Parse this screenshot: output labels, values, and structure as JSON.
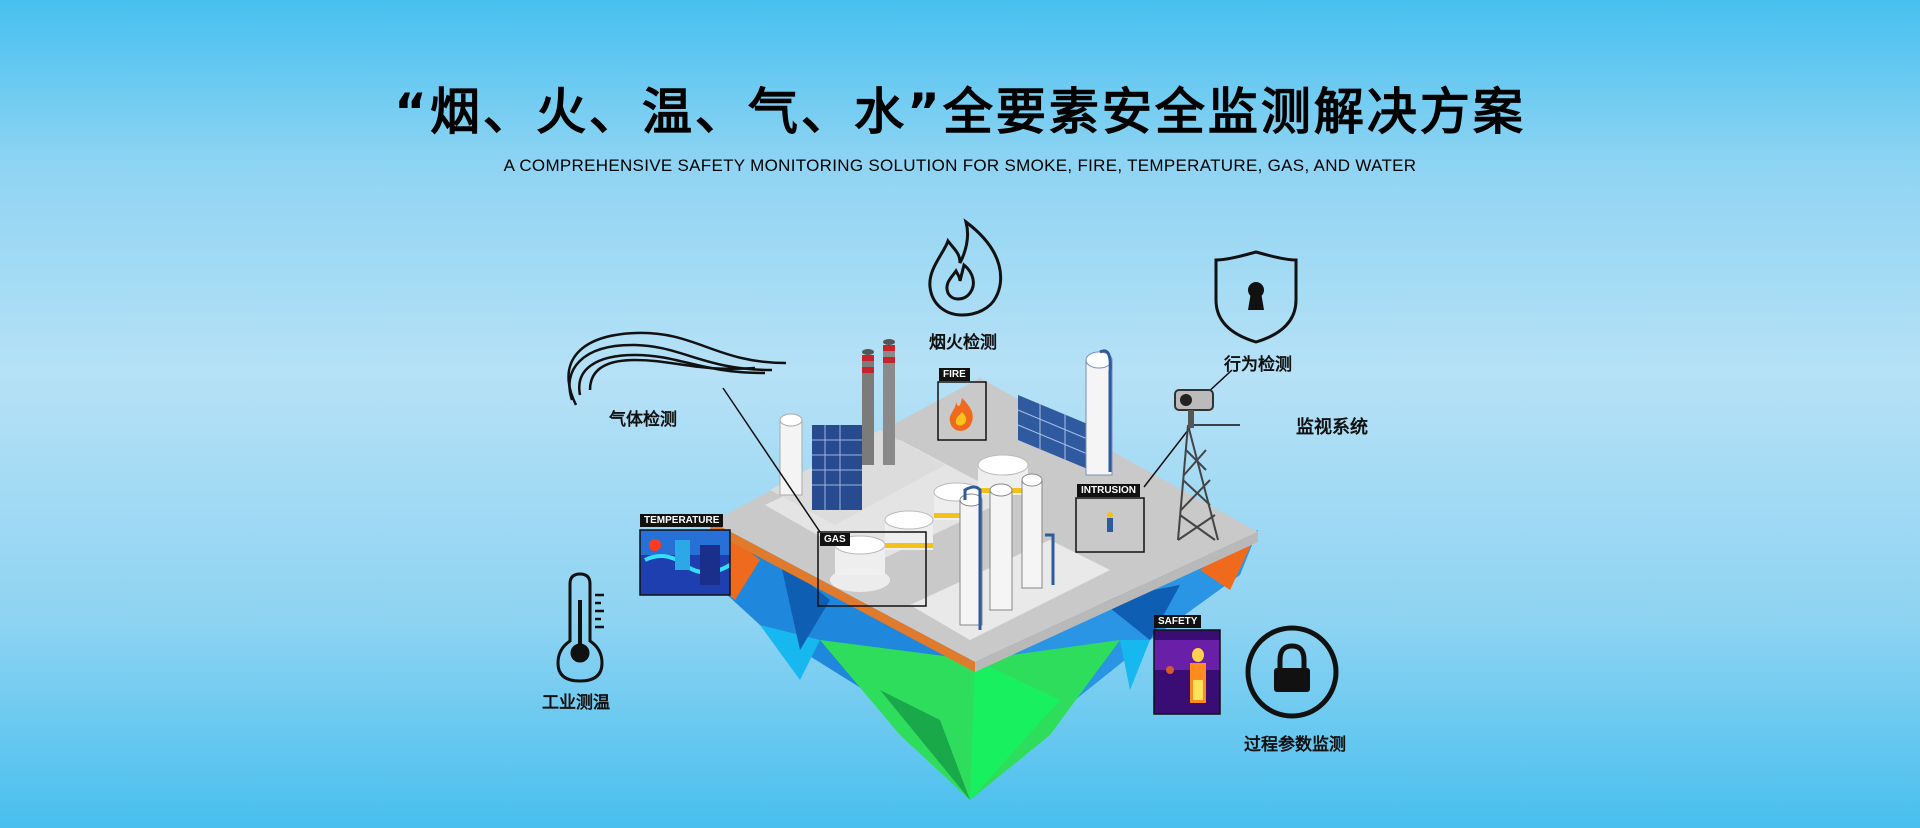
{
  "header": {
    "title": "“烟、火、温、气、水”全要素安全监测解决方案",
    "subtitle": "A COMPREHENSIVE SAFETY MONITORING SOLUTION FOR SMOKE, FIRE, TEMPERATURE, GAS, AND WATER"
  },
  "labels": {
    "fire_detection": "烟火检测",
    "behavior_detection": "行为检测",
    "gas_detection": "气体检测",
    "monitoring_system": "监视系统",
    "industrial_temperature": "工业测温",
    "process_parameter": "过程参数监测"
  },
  "tags": {
    "fire": "FIRE",
    "gas": "GAS",
    "temperature": "TEMPERATURE",
    "intrusion": "INTRUSION",
    "safety": "SAFETY"
  },
  "icons": [
    "flame-icon",
    "shield-keyhole-icon",
    "wind-icon",
    "thermometer-icon",
    "padlock-icon",
    "camera-tower-icon"
  ],
  "colors": {
    "background_top": "#47c0ef",
    "platform_top": "#c9c9c9",
    "platform_orange": "#f06a1e",
    "platform_blue": "#1f7fd6",
    "platform_green": "#23d654"
  }
}
